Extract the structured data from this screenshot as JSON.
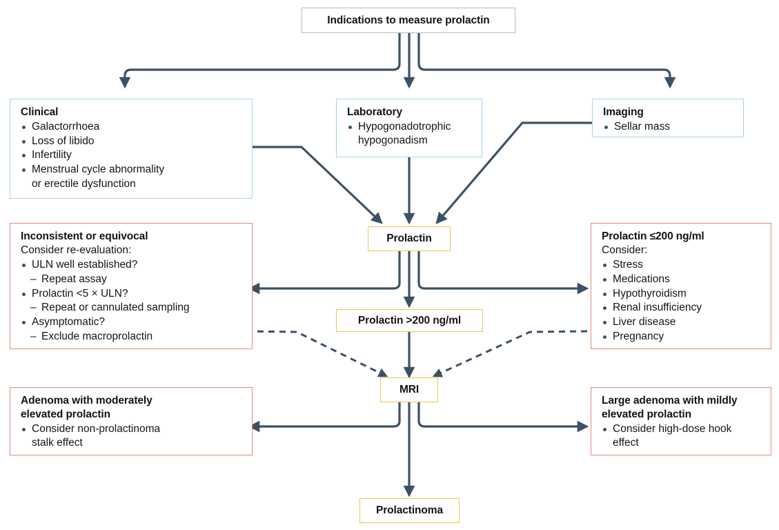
{
  "colors": {
    "edge": "#3c5068",
    "blue_border": "#a9d3ea",
    "red_border": "#ef847c",
    "yellow_border": "#edc54f",
    "grey_border": "#aeb7c9",
    "text": "#141414",
    "bullet": "#3c5068"
  },
  "nodes": {
    "root": {
      "title": "Indications to measure prolactin"
    },
    "clinical": {
      "title": "Clinical",
      "items": [
        "Galactorrhoea",
        "Loss of libido",
        "Infertility",
        "Menstrual cycle abnormality",
        "or erectile dysfunction"
      ]
    },
    "laboratory": {
      "title": "Laboratory",
      "items": [
        "Hypogonadotrophic",
        "hypogonadism"
      ]
    },
    "imaging": {
      "title": "Imaging",
      "items": [
        "Sellar mass"
      ]
    },
    "prolactin": {
      "title": "Prolactin"
    },
    "prolactin_gt200": {
      "title": "Prolactin >200 ng/ml"
    },
    "mri": {
      "title": "MRI"
    },
    "prolactinoma": {
      "title": "Prolactinoma"
    },
    "inconsistent": {
      "title": "Inconsistent or equivocal",
      "subtitle": "Consider re-evaluation:",
      "items": [
        {
          "type": "bullet",
          "text": "ULN well established?"
        },
        {
          "type": "dash",
          "text": "Repeat assay"
        },
        {
          "type": "bullet",
          "text": "Prolactin <5 × ULN?"
        },
        {
          "type": "dash",
          "text": "Repeat or cannulated sampling"
        },
        {
          "type": "bullet",
          "text": "Asymptomatic?"
        },
        {
          "type": "dash",
          "text": "Exclude macroprolactin"
        }
      ]
    },
    "prolactin_le200": {
      "title": "Prolactin ≤200 ng/ml",
      "subtitle": "Consider:",
      "items": [
        {
          "type": "bullet",
          "text": "Stress"
        },
        {
          "type": "bullet",
          "text": "Medications"
        },
        {
          "type": "bullet",
          "text": "Hypothyroidism"
        },
        {
          "type": "bullet",
          "text": "Renal insufficiency"
        },
        {
          "type": "bullet",
          "text": "Liver disease"
        },
        {
          "type": "bullet",
          "text": "Pregnancy"
        }
      ]
    },
    "adenoma_moderate": {
      "title_line1": "Adenoma with moderately",
      "title_line2": "elevated prolactin",
      "items": [
        {
          "type": "bullet",
          "text": "Consider non-prolactinoma",
          "cont": "stalk effect"
        }
      ]
    },
    "adenoma_large": {
      "title_line1": "Large adenoma with mildly",
      "title_line2": "elevated prolactin",
      "items": [
        {
          "type": "bullet",
          "text": "Consider high-dose hook",
          "cont": "effect"
        }
      ]
    }
  }
}
